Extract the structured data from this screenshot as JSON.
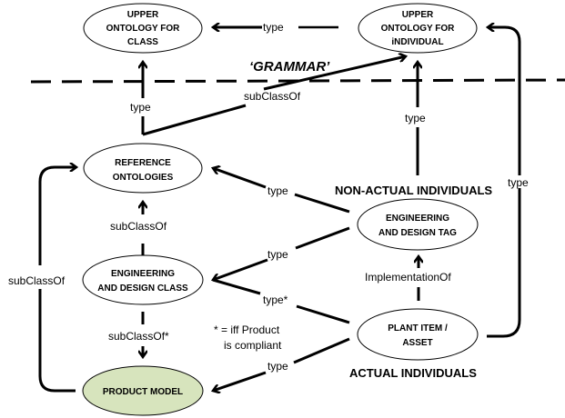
{
  "diagram": {
    "grammar_label": "‘GRAMMAR’",
    "nodes": {
      "upper_class": {
        "lines": [
          "UPPER",
          "ONTOLOGY FOR",
          "CLASS"
        ]
      },
      "upper_individual": {
        "lines": [
          "UPPER",
          "ONTOLOGY FOR",
          "iNDIVIDUAL"
        ]
      },
      "reference": {
        "lines": [
          "REFERENCE",
          "ONTOLOGIES"
        ]
      },
      "eng_class": {
        "lines": [
          "ENGINEERING",
          "AND DESIGN CLASS"
        ]
      },
      "product_model": {
        "lines": [
          "PRODUCT MODEL"
        ],
        "fill": "#d7e4bd"
      },
      "eng_tag": {
        "lines": [
          "ENGINEERING",
          "AND DESIGN TAG"
        ]
      },
      "plant_item": {
        "lines": [
          "PLANT ITEM /",
          "ASSET"
        ]
      }
    },
    "section_labels": {
      "non_actual": "NON-ACTUAL INDIVIDUALS",
      "actual": "ACTUAL INDIVIDUALS"
    },
    "edges": {
      "individual_to_class_type": "type",
      "ref_to_class_type": "type",
      "ref_to_individual_subclassof": "subClassOf",
      "tag_to_individual_type": "type",
      "plant_to_individual_type": "type",
      "tag_to_ref_type": "type",
      "engclass_to_ref_subclassof": "subClassOf",
      "tag_to_engclass_type": "type",
      "plant_to_engclass_type_star": "type*",
      "plant_to_tag_implementation": "ImplementationOf",
      "product_to_ref_subclassof": "subClassOf",
      "engclass_to_product_subclassof_star": "subClassOf*",
      "plant_to_product_type": "type"
    },
    "note": {
      "line1": "* = iff Product",
      "line2": "is compliant"
    }
  }
}
